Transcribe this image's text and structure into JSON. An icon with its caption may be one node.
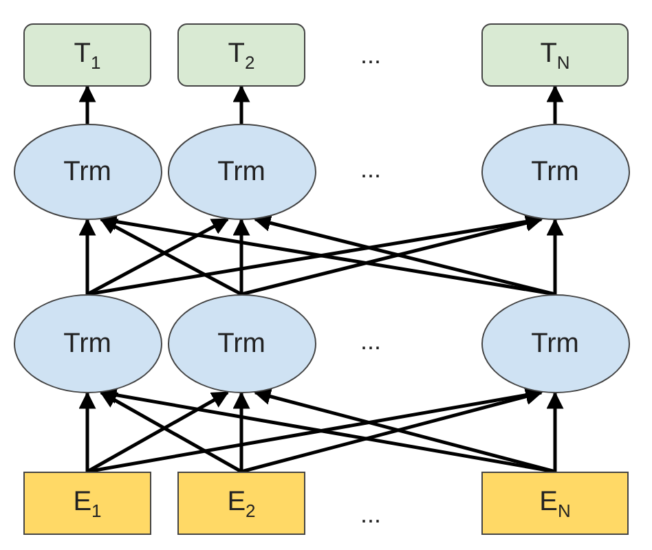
{
  "diagram": {
    "nodes": [
      {
        "text": [
          "T$_{1}$"
        ]
      },
      {
        "text": [
          "T$_{2}$"
        ]
      },
      {
        "text": [
          "T$_{N}$"
        ]
      },
      {
        "text": [
          "Trm"
        ]
      },
      {
        "text": [
          "Trm"
        ]
      },
      {
        "text": [
          "Trm"
        ]
      },
      {
        "text": [
          "Trm"
        ]
      },
      {
        "text": [
          "Trm"
        ]
      },
      {
        "text": [
          "Trm"
        ]
      },
      {
        "text": [
          "E$_{1}$"
        ]
      },
      {
        "text": [
          "E$_{2}$"
        ]
      },
      {
        "text": [
          "E$_{N}$"
        ]
      }
    ],
    "edges": [
      {
        "from": 3,
        "to": 0,
        "arrow": "to"
      },
      {
        "from": 4,
        "to": 1,
        "arrow": "to"
      },
      {
        "from": 5,
        "to": 2,
        "arrow": "to"
      },
      {
        "from": 6,
        "to": 3,
        "arrow": "to"
      },
      {
        "from": 6,
        "to": 4,
        "arrow": "to"
      },
      {
        "from": 6,
        "to": 5,
        "arrow": "to"
      },
      {
        "from": 7,
        "to": 3,
        "arrow": "to"
      },
      {
        "from": 7,
        "to": 4,
        "arrow": "to"
      },
      {
        "from": 7,
        "to": 5,
        "arrow": "to"
      },
      {
        "from": 8,
        "to": 3,
        "arrow": "to"
      },
      {
        "from": 8,
        "to": 4,
        "arrow": "to"
      },
      {
        "from": 8,
        "to": 5,
        "arrow": "to"
      },
      {
        "from": 9,
        "to": 6,
        "arrow": "to"
      },
      {
        "from": 9,
        "to": 7,
        "arrow": "to"
      },
      {
        "from": 9,
        "to": 8,
        "arrow": "to"
      },
      {
        "from": 10,
        "to": 6,
        "arrow": "to"
      },
      {
        "from": 10,
        "to": 7,
        "arrow": "to"
      },
      {
        "from": 10,
        "to": 8,
        "arrow": "to"
      },
      {
        "from": 11,
        "to": 6,
        "arrow": "to"
      },
      {
        "from": 11,
        "to": 7,
        "arrow": "to"
      },
      {
        "from": 11,
        "to": 8,
        "arrow": "to"
      }
    ],
    "labels": [
      "...",
      "...",
      "...",
      "..."
    ]
  }
}
